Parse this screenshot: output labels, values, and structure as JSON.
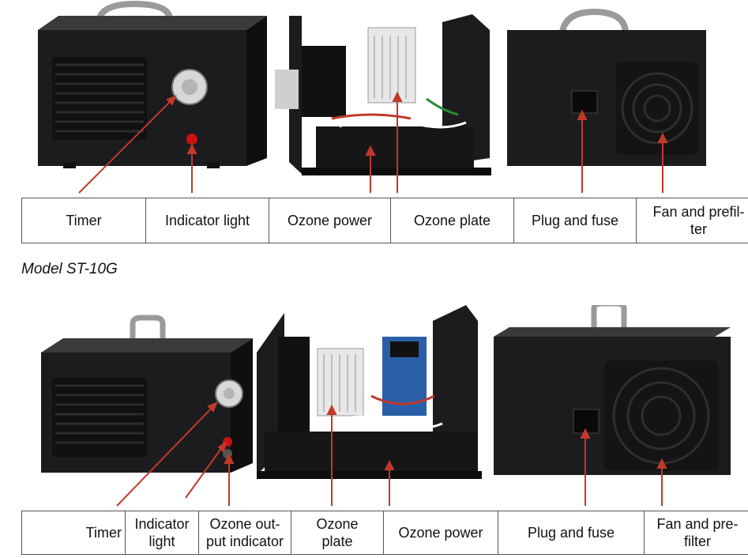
{
  "section1": {
    "labels": [
      "Timer",
      "Indicator light",
      "Ozone power",
      "Ozone plate",
      "Plug and fuse",
      "Fan and prefil-\nter"
    ]
  },
  "caption": "Model ST-10G",
  "section2": {
    "labels": [
      "Timer",
      "Indicator\nlight",
      "Ozone out-\nput indicator",
      "Ozone\nplate",
      "Ozone power",
      "Plug and fuse",
      "Fan and pre-\nfilter"
    ]
  },
  "colors": {
    "arrow": "#c0392b",
    "device": "#1c1c1e",
    "light": "#cc1111"
  }
}
